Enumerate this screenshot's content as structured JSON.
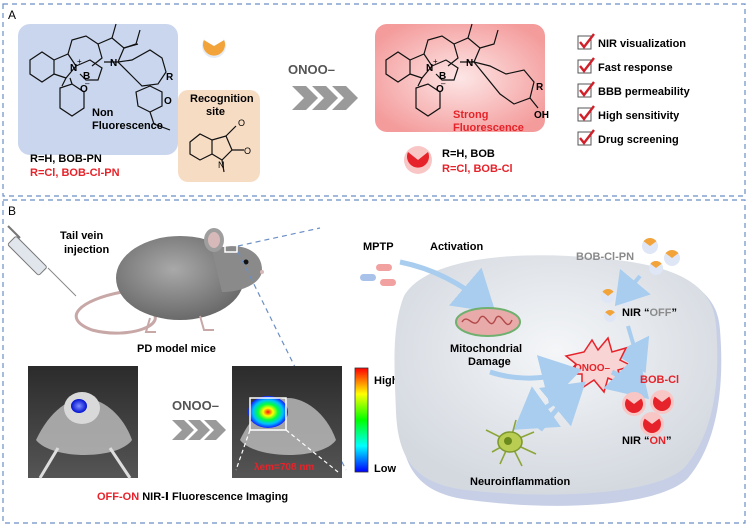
{
  "panel_a": {
    "label": "A",
    "probe_r_line1": "R=H,  BOB-PN",
    "probe_r_line2": "R=Cl, BOB-Cl-PN",
    "non_fluor_line1": "Non",
    "non_fluor_line2": "Fluorescence",
    "recognition_line1": "Recognition",
    "recognition_line2": "site",
    "reagent": "ONOO–",
    "strong_line1": "Strong",
    "strong_line2": "Fluorescence",
    "product_r_line1": "R=H,  BOB",
    "product_r_line2": "R=Cl, BOB-Cl",
    "features": [
      "NIR visualization",
      "Fast response",
      "BBB permeability",
      "High sensitivity",
      "Drug screening"
    ],
    "atoms": {
      "n_plus": "N",
      "b": "B",
      "n": "N",
      "o": "O",
      "r": "R",
      "oh": "OH",
      "plus": "+",
      "minus": "–"
    }
  },
  "panel_b": {
    "label": "B",
    "tail_line1": "Tail vein",
    "tail_line2": "injection",
    "mice_label": "PD model mice",
    "reagent": "ONOO–",
    "wavelength": "λem=708 nm",
    "scale_high": "High",
    "scale_low": "Low",
    "imaging_red": "OFF-ON",
    "imaging_black": " NIR-Ⅰ Fluorescence Imaging",
    "mptp": "MPTP",
    "activation": "Activation",
    "probe": "BOB-Cl-PN",
    "mito_line1": "Mitochondrial",
    "mito_line2": "Damage",
    "burst": "ONOO–",
    "nir_off_prefix": "NIR “",
    "nir_off_word": "OFF",
    "nir_off_suffix": "”",
    "product": "BOB-Cl",
    "nir_on_prefix": "NIR “",
    "nir_on_word": "ON",
    "nir_on_suffix": "”",
    "neuro": "Neuroinflammation"
  },
  "colors": {
    "accent_red": "#e6232a",
    "panel_border": "#6c8fc6",
    "blue_box": "#c9d6ee",
    "orange_box": "#f7dcc4",
    "pink_box": "#f6b8b8",
    "check_red": "#d2202a"
  },
  "icons": {
    "checkbox": "checked-box-icon",
    "chevrons": "triple-chevron-icon"
  }
}
